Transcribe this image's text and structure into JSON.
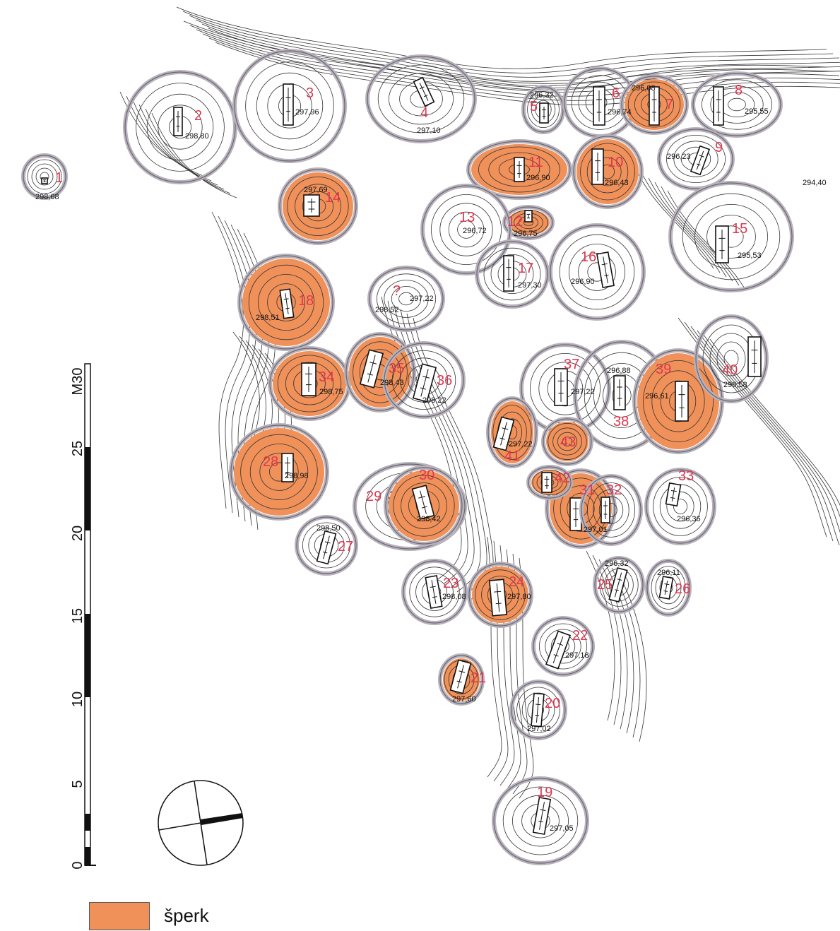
{
  "colors": {
    "jewelry_fill": "#f0915a",
    "mound_ring": "#b7b2bc",
    "number_text": "#e0374f"
  },
  "legend": {
    "label": "šperk"
  },
  "scale": {
    "ticks": [
      "0",
      "5",
      "10",
      "15",
      "20",
      "25",
      "M30"
    ]
  },
  "unlabeled_elevation": "294,40",
  "mounds": [
    {
      "num": "1",
      "elev": "298,68",
      "jewelry": false
    },
    {
      "num": "2",
      "elev": "298,80",
      "jewelry": false
    },
    {
      "num": "3",
      "elev": "297,96",
      "jewelry": false
    },
    {
      "num": "4",
      "elev": "297,10",
      "jewelry": false
    },
    {
      "num": "5",
      "elev": "296,32",
      "jewelry": false
    },
    {
      "num": "6",
      "elev": "296,74",
      "jewelry": false
    },
    {
      "num": "7",
      "elev": "296,08",
      "jewelry": true
    },
    {
      "num": "8",
      "elev": "295,55",
      "jewelry": false
    },
    {
      "num": "9",
      "elev": "296,23",
      "jewelry": false
    },
    {
      "num": "10",
      "elev": "296,43",
      "jewelry": true
    },
    {
      "num": "11",
      "elev": "296,90",
      "jewelry": true
    },
    {
      "num": "12",
      "elev": "296,75",
      "jewelry": true
    },
    {
      "num": "13",
      "elev": "296,72",
      "jewelry": false
    },
    {
      "num": "14",
      "elev": "297,69",
      "jewelry": true
    },
    {
      "num": "15",
      "elev": "295,53",
      "jewelry": false
    },
    {
      "num": "16",
      "elev": "296,90",
      "jewelry": false
    },
    {
      "num": "17",
      "elev": "297,30",
      "jewelry": false
    },
    {
      "num": "18",
      "elev": "298,51",
      "jewelry": true
    },
    {
      "num": "?",
      "elev": "297,22",
      "elev2": "298,52",
      "jewelry": false
    },
    {
      "num": "19",
      "elev": "297,05",
      "jewelry": false
    },
    {
      "num": "20",
      "elev": "297,02",
      "jewelry": false
    },
    {
      "num": "21",
      "elev": "297,60",
      "jewelry": true
    },
    {
      "num": "22",
      "elev": "297,18",
      "jewelry": false
    },
    {
      "num": "23",
      "elev": "298,08",
      "jewelry": false
    },
    {
      "num": "24",
      "elev": "297,80",
      "jewelry": true
    },
    {
      "num": "25",
      "elev": "296,32",
      "jewelry": false
    },
    {
      "num": "26",
      "elev": "296,11",
      "jewelry": false
    },
    {
      "num": "27",
      "elev": "298,50",
      "jewelry": false
    },
    {
      "num": "28",
      "elev": "298,98",
      "jewelry": true
    },
    {
      "num": "29",
      "elev": "",
      "jewelry": false
    },
    {
      "num": "30",
      "elev": "298,42",
      "jewelry": true
    },
    {
      "num": "31",
      "elev": "297,01",
      "jewelry": true
    },
    {
      "num": "32",
      "elev": "",
      "jewelry": false
    },
    {
      "num": "33",
      "elev": "296,36",
      "jewelry": false
    },
    {
      "num": "34",
      "elev": "298,75",
      "jewelry": true
    },
    {
      "num": "35",
      "elev": "298,43",
      "jewelry": true
    },
    {
      "num": "36",
      "elev": "298,22",
      "jewelry": false
    },
    {
      "num": "37",
      "elev": "297,22",
      "jewelry": false
    },
    {
      "num": "38",
      "elev": "296,88",
      "jewelry": false
    },
    {
      "num": "39",
      "elev": "296,61",
      "jewelry": true
    },
    {
      "num": "40",
      "elev": "296,58",
      "jewelry": false
    },
    {
      "num": "41",
      "elev": "297,22",
      "jewelry": true
    },
    {
      "num": "42",
      "elev": "",
      "jewelry": true
    },
    {
      "num": "43",
      "elev": "",
      "jewelry": true
    }
  ]
}
